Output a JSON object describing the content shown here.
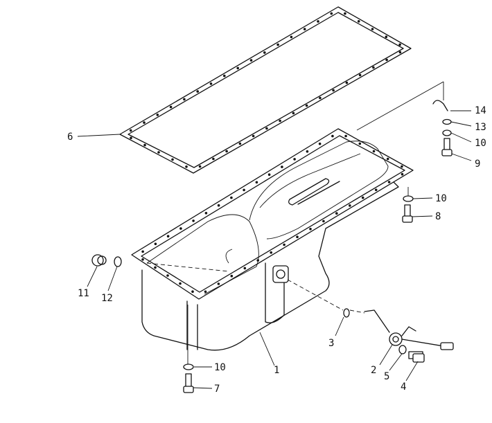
{
  "callouts": [
    {
      "id": "c1",
      "text": "1"
    },
    {
      "id": "c2",
      "text": "2"
    },
    {
      "id": "c3",
      "text": "3"
    },
    {
      "id": "c4",
      "text": "4"
    },
    {
      "id": "c5",
      "text": "5"
    },
    {
      "id": "c6",
      "text": "6"
    },
    {
      "id": "c7",
      "text": "7"
    },
    {
      "id": "c8",
      "text": "8"
    },
    {
      "id": "c9",
      "text": "9"
    },
    {
      "id": "c10a",
      "text": "10"
    },
    {
      "id": "c10b",
      "text": "10"
    },
    {
      "id": "c10c",
      "text": "10"
    },
    {
      "id": "c11",
      "text": "11"
    },
    {
      "id": "c12",
      "text": "12"
    },
    {
      "id": "c13",
      "text": "13"
    },
    {
      "id": "c14",
      "text": "14"
    }
  ]
}
